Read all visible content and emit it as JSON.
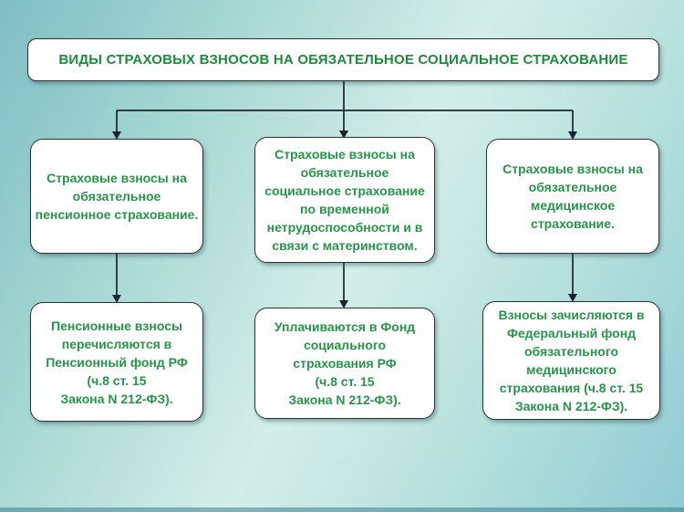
{
  "slide": {
    "title": "ВИДЫ СТРАХОВЫХ ВЗНОСОВ НА ОБЯЗАТЕЛЬНОЕ СОЦИАЛЬНОЕ СТРАХОВАНИЕ"
  },
  "type_boxes": [
    {
      "id": "pension",
      "text": "Страховые взносы на\nобязательное\nпенсионное страхование."
    },
    {
      "id": "social",
      "text": "Страховые взносы на\nобязательное\nсоциальное страхование\nпо временной\nнетрудоспособности и в\nсвязи с материнством."
    },
    {
      "id": "medical",
      "text": "Страховые взносы на\nобязательное\nмедицинское\nстрахование."
    }
  ],
  "fund_boxes": [
    {
      "id": "pension",
      "text": "Пенсионные взносы\nперечисляются в\nПенсионный фонд РФ\n(ч.8 ст. 15\nЗакона N 212-ФЗ)."
    },
    {
      "id": "social",
      "text": "Уплачиваются в Фонд\nсоциального\nстрахования РФ\n(ч.8 ст. 15\nЗакона N 212-ФЗ)."
    },
    {
      "id": "medical",
      "text": "Взносы зачисляются в\nФедеральный фонд\nобязательного\nмедицинского\nстрахования (ч.8 ст. 15\nЗакона N 212-ФЗ)."
    }
  ],
  "colors": {
    "title_text": "#1e8a3c",
    "box_text": "#28944b",
    "box_fill": "#fefefe",
    "box_border": "#2c3338",
    "connector": "#1b2430",
    "background_dark": "#7fbec3",
    "background_light": "#d4eee8"
  }
}
